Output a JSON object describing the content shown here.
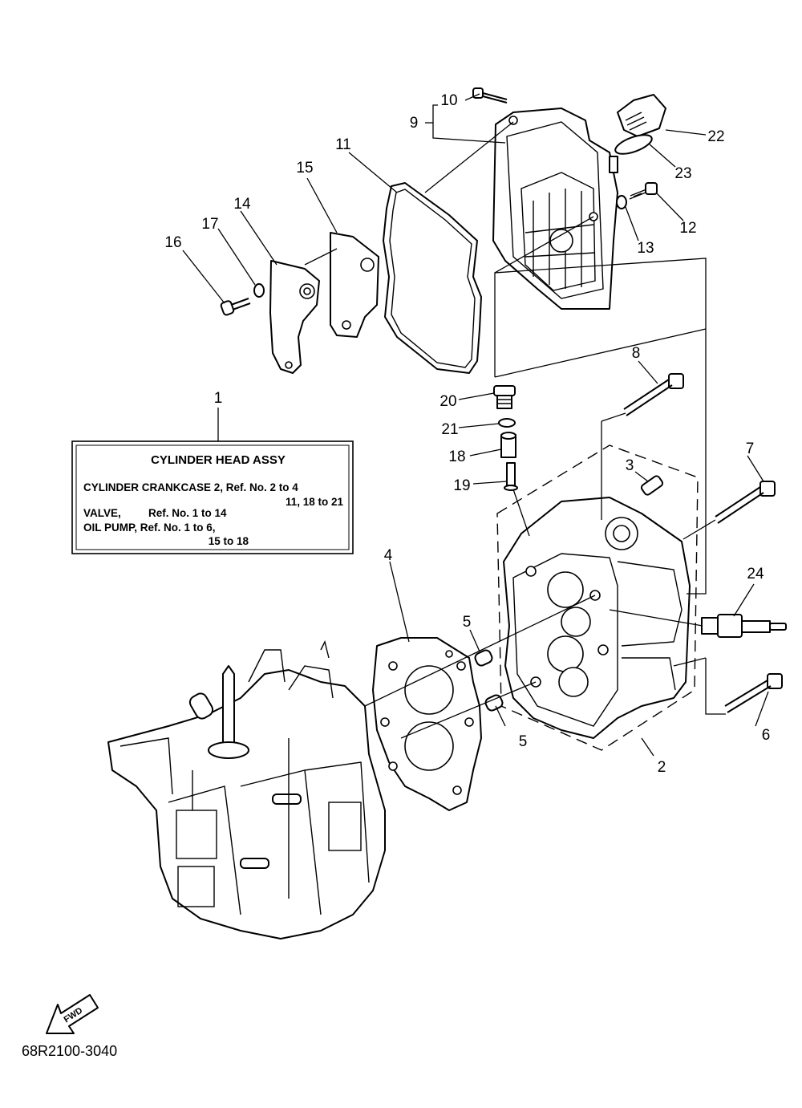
{
  "callouts": {
    "c1": "1",
    "c2": "2",
    "c3": "3",
    "c4": "4",
    "c5a": "5",
    "c5b": "5",
    "c6": "6",
    "c7": "7",
    "c8": "8",
    "c9": "9",
    "c10": "10",
    "c11": "11",
    "c12": "12",
    "c13": "13",
    "c14": "14",
    "c15": "15",
    "c16": "16",
    "c17": "17",
    "c18": "18",
    "c19": "19",
    "c20": "20",
    "c21": "21",
    "c22": "22",
    "c23": "23",
    "c24": "24"
  },
  "info_box": {
    "title": "CYLINDER HEAD ASSY",
    "line1": "CYLINDER CRANKCASE 2, Ref. No. 2 to 4",
    "line2": "11, 18 to 21",
    "line3_label": "VALVE,",
    "line3_ref": "Ref. No. 1 to 14",
    "line4": "OIL PUMP, Ref. No. 1 to 6,",
    "line5": "15 to 18"
  },
  "fwd_label": "FWD",
  "diagram_code": "68R2100-3040"
}
